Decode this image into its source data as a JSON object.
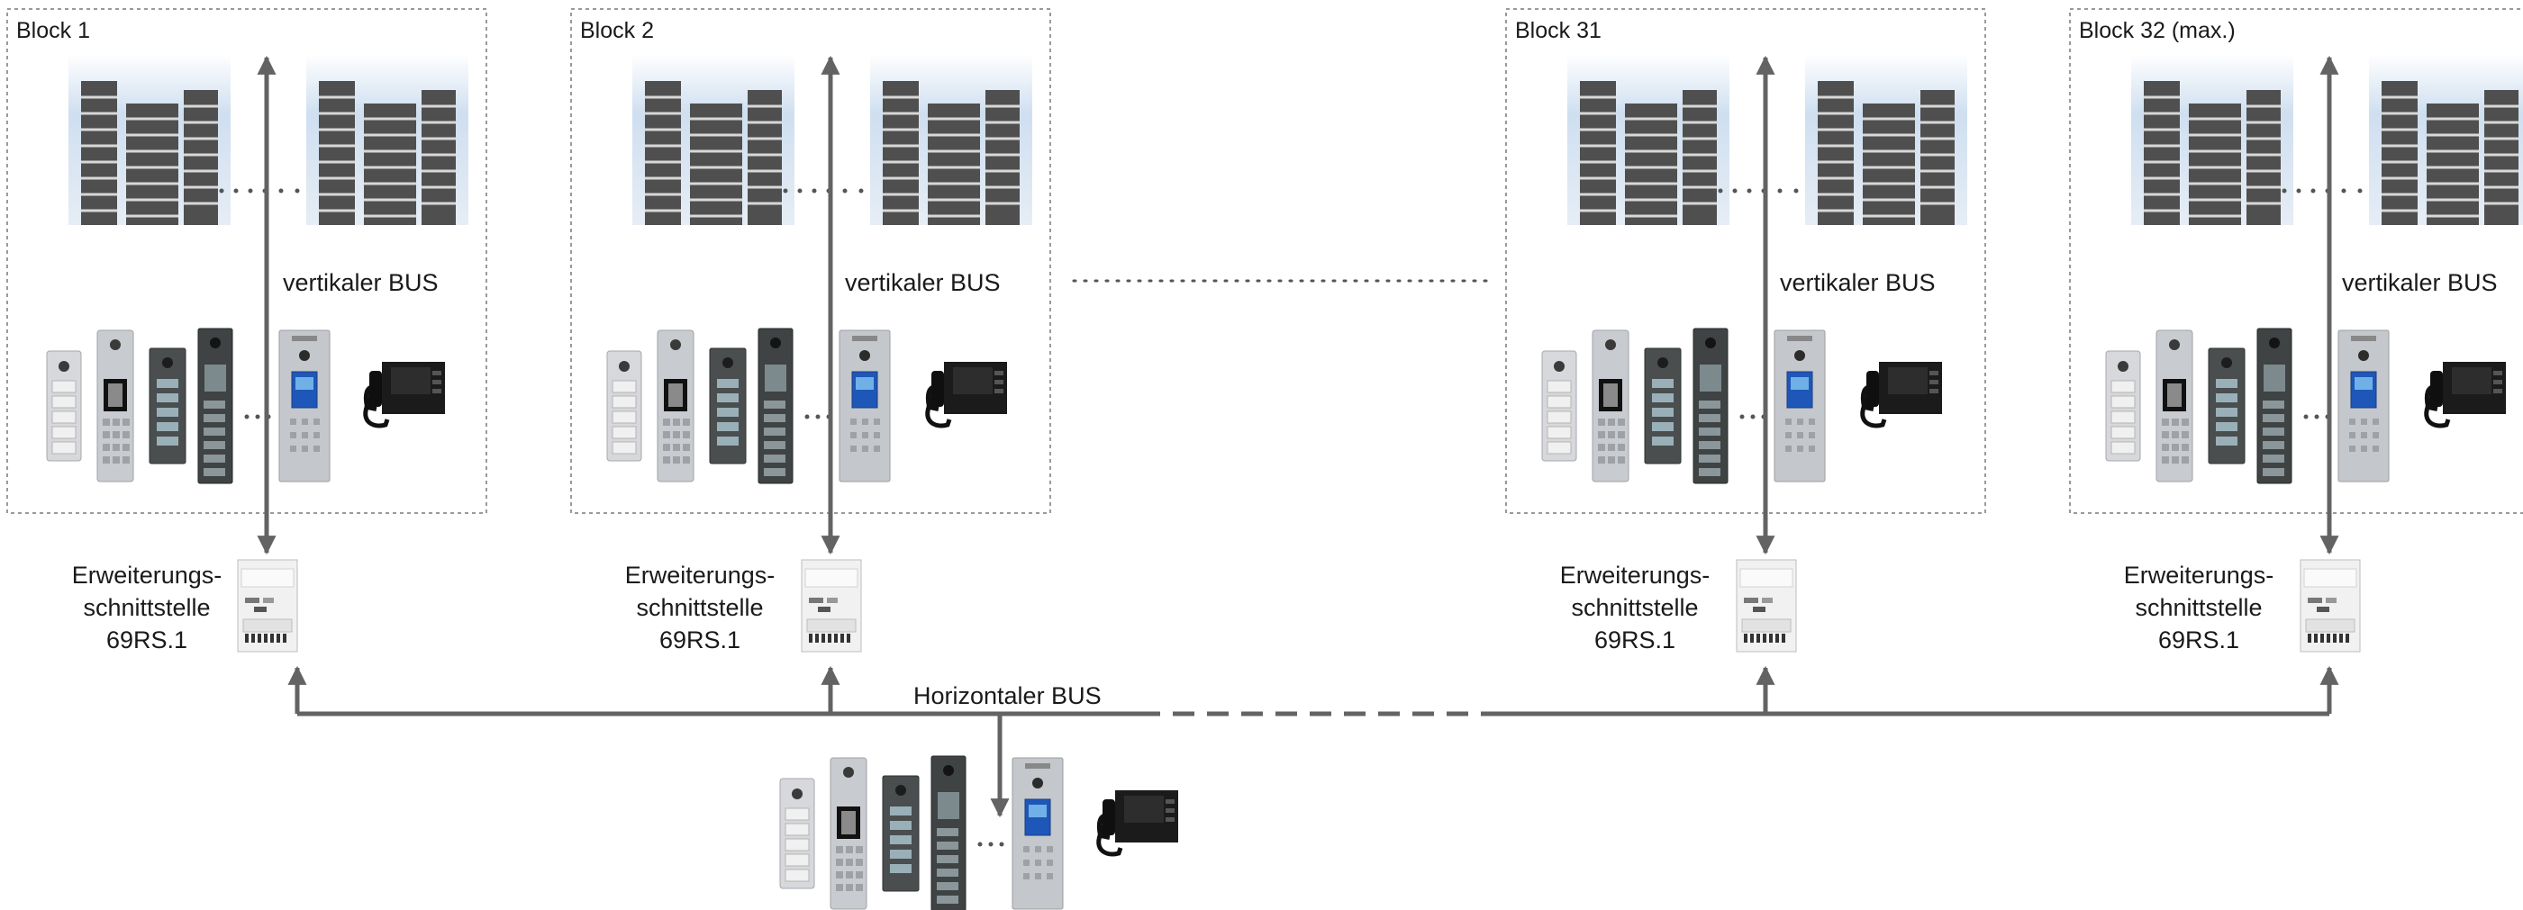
{
  "blocks": [
    {
      "title": "Block 1",
      "bus_label": "vertikaler BUS"
    },
    {
      "title": "Block 2",
      "bus_label": "vertikaler BUS"
    },
    {
      "title": "Block 31",
      "bus_label": "vertikaler BUS"
    },
    {
      "title": "Block 32 (max.)",
      "bus_label": "vertikaler BUS"
    }
  ],
  "interface": {
    "line1": "Erweiterungs-",
    "line2": "schnittstelle",
    "line3": "69RS.1"
  },
  "horizontal_bus_label": "Horizontaler BUS",
  "icons": {
    "building": "building-icon",
    "panel": "door-entry-panel-icon",
    "phone": "video-phone-icon",
    "interface": "din-rail-module-icon"
  },
  "colors": {
    "bus_line": "#636363",
    "block_border": "#9a9a9a",
    "panel_silver": "#c9ccd0",
    "panel_dark": "#4a4e4f",
    "building": "#4b4b4b",
    "sky": "#dbe6f2"
  }
}
